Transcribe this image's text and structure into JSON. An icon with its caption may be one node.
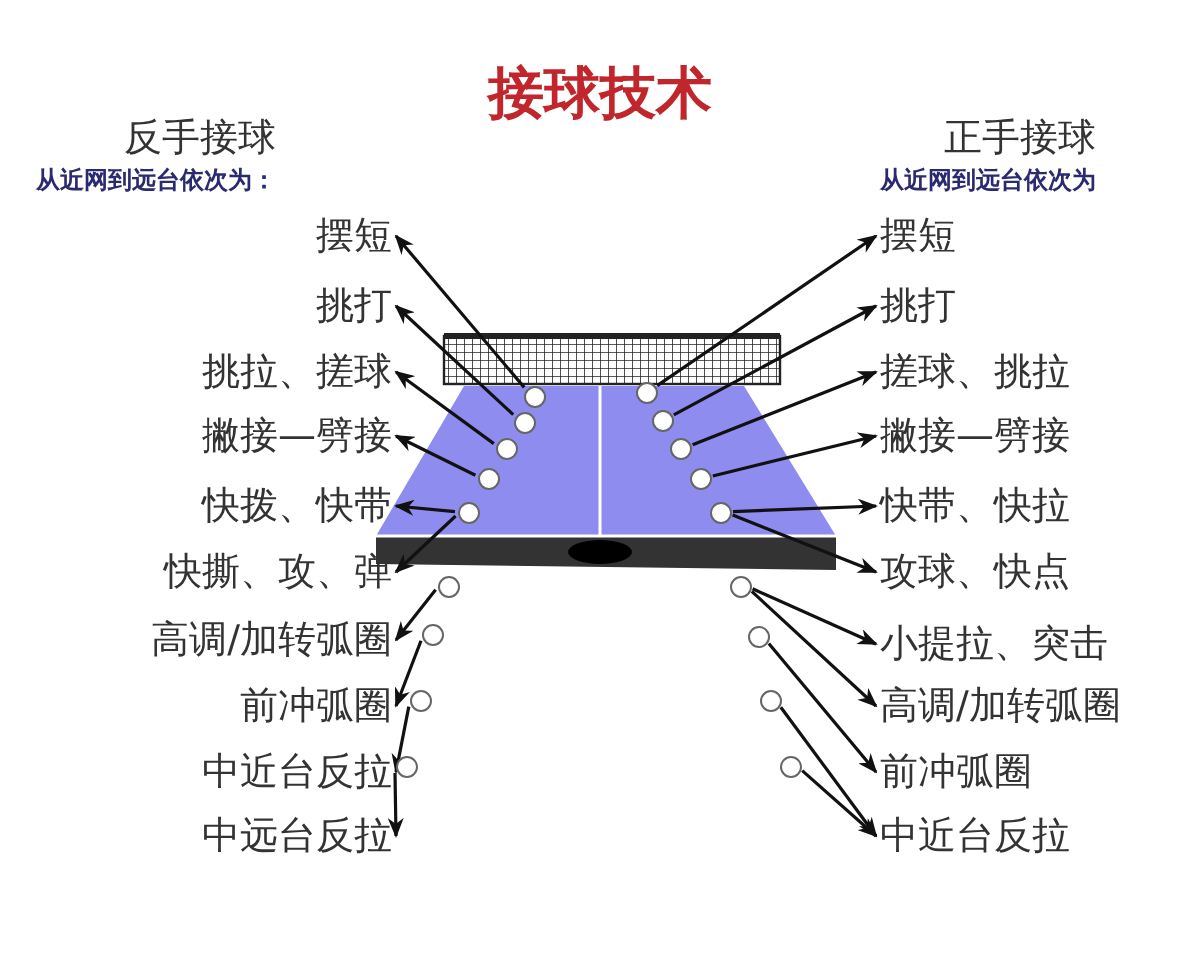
{
  "diagram": {
    "title": "接球技术",
    "nodes": [
      {
        "text": [
          "摆短"
        ]
      },
      {
        "text": [
          "挑打"
        ]
      },
      {
        "text": [
          "挑拉、搓球"
        ]
      },
      {
        "text": [
          "撇接—劈接"
        ]
      },
      {
        "text": [
          "快拨、快带"
        ]
      },
      {
        "text": [
          "快撕、攻、弹"
        ]
      },
      {
        "text": [
          "高调/加转弧圈"
        ]
      },
      {
        "text": [
          "前冲弧圈"
        ]
      },
      {
        "text": [
          "中近台反拉"
        ]
      },
      {
        "text": [
          "中远台反拉"
        ]
      },
      {
        "text": [],
        "shape": "circle"
      },
      {
        "text": [],
        "shape": "circle"
      },
      {
        "text": [],
        "shape": "circle"
      },
      {
        "text": [],
        "shape": "circle"
      },
      {
        "text": [],
        "shape": "circle"
      },
      {
        "text": [],
        "shape": "circle"
      },
      {
        "text": [],
        "shape": "circle"
      },
      {
        "text": [],
        "shape": "circle"
      },
      {
        "text": [],
        "shape": "circle"
      },
      {
        "text": [
          "摆短"
        ]
      },
      {
        "text": [
          "挑打"
        ]
      },
      {
        "text": [
          "搓球、挑拉"
        ]
      },
      {
        "text": [
          "撇接—劈接"
        ]
      },
      {
        "text": [
          "快带、快拉"
        ]
      },
      {
        "text": [
          "攻球、快点"
        ]
      },
      {
        "text": [
          "小提拉、突击"
        ]
      },
      {
        "text": [
          "高调/加转弧圈"
        ]
      },
      {
        "text": [
          "前冲弧圈"
        ]
      },
      {
        "text": [
          "中近台反拉"
        ]
      },
      {
        "text": [],
        "shape": "circle"
      },
      {
        "text": [],
        "shape": "circle"
      },
      {
        "text": [],
        "shape": "circle"
      },
      {
        "text": [],
        "shape": "circle"
      },
      {
        "text": [],
        "shape": "circle"
      },
      {
        "text": [],
        "shape": "circle"
      },
      {
        "text": [],
        "shape": "circle"
      },
      {
        "text": [],
        "shape": "circle"
      },
      {
        "text": [],
        "shape": "circle"
      }
    ],
    "edges": [
      {
        "from": 10,
        "to": 0,
        "arrow": "to"
      },
      {
        "from": 11,
        "to": 1,
        "arrow": "to"
      },
      {
        "from": 12,
        "to": 2,
        "arrow": "to"
      },
      {
        "from": 13,
        "to": 3,
        "arrow": "to"
      },
      {
        "from": 14,
        "to": 4,
        "arrow": "to"
      },
      {
        "from": 14,
        "to": 5,
        "arrow": "to"
      },
      {
        "from": 15,
        "to": 6,
        "arrow": "to"
      },
      {
        "from": 16,
        "to": 7,
        "arrow": "to"
      },
      {
        "from": 17,
        "to": 8,
        "arrow": "to"
      },
      {
        "from": 18,
        "to": 9,
        "arrow": "to"
      },
      {
        "from": 29,
        "to": 19,
        "arrow": "to"
      },
      {
        "from": 30,
        "to": 20,
        "arrow": "to"
      },
      {
        "from": 31,
        "to": 21,
        "arrow": "to"
      },
      {
        "from": 32,
        "to": 22,
        "arrow": "to"
      },
      {
        "from": 33,
        "to": 23,
        "arrow": "to"
      },
      {
        "from": 33,
        "to": 24,
        "arrow": "to"
      },
      {
        "from": 34,
        "to": 25,
        "arrow": "to"
      },
      {
        "from": 34,
        "to": 26,
        "arrow": "to"
      },
      {
        "from": 35,
        "to": 27,
        "arrow": "to"
      },
      {
        "from": 36,
        "to": 28,
        "arrow": "to"
      },
      {
        "from": 37,
        "to": 28,
        "arrow": "to"
      }
    ],
    "labels": [
      "反手接球",
      "从近网到远台依次为：",
      "正手接球",
      "从近网到远台依次为"
    ]
  }
}
